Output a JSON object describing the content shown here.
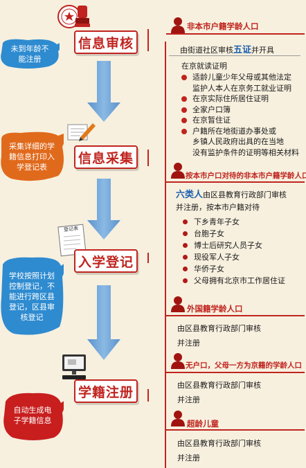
{
  "steps": [
    {
      "label": "信息审核"
    },
    {
      "label": "信息采集"
    },
    {
      "label": "入学登记"
    },
    {
      "label": "学籍注册"
    }
  ],
  "bubbles": [
    {
      "text": "未到年龄不能注册",
      "color": "#2e8bd0"
    },
    {
      "text": "采集详细的学籍信息打印入学登记表",
      "color": "#e06a1c"
    },
    {
      "text": "学校按照计划控制登记，不能进行跨区县登记，区县审核登记",
      "color": "#2e8bd0"
    },
    {
      "text": "自动生成电子学籍信息",
      "color": "#c81e1e"
    }
  ],
  "section1": {
    "title": "非本市户籍学龄人口",
    "line1_pre": "由街道社区审核",
    "line1_highlight": "五证",
    "line1_post": "并开具",
    "line2": "在京就读证明",
    "items": [
      "适龄儿童少年父母或其他法定",
      "监护人本人在京务工就业证明",
      "在京实际住所居住证明",
      "全家户口簿",
      "在京暂住证",
      "户籍所在地街道办事处或",
      "乡镇人民政府出具的在当地",
      "没有监护条件的证明等相关材料"
    ]
  },
  "section2": {
    "title": "按本市户口对待的非本市户籍学龄人口",
    "line1_highlight": "六类人",
    "line1_post": "由区县教育行政部门审核",
    "line2": "并注册，按本市户籍对待",
    "items": [
      "下乡青年子女",
      "台胞子女",
      "博士后研究人员子女",
      "现役军人子女",
      "华侨子女",
      "父母拥有北京市工作居住证"
    ]
  },
  "section3": {
    "title": "外国籍学龄人口",
    "line1": "由区县教育行政部门审核",
    "line2": "并注册"
  },
  "section4": {
    "title": "无户口，父母一方为京籍的学龄人口",
    "line1": "由区县教育行政部门审核",
    "line2": "并注册"
  },
  "section5": {
    "title": "超龄儿童",
    "line1": "由区县教育行政部门审核",
    "line2": "并注册"
  },
  "colors": {
    "accent": "#c0241f",
    "arrow": "#6fa3d6",
    "background": "#f7f0df"
  },
  "icons": [
    "stamp-icon",
    "pen-paper-icon",
    "registration-form-icon",
    "computer-icon",
    "person-icon"
  ],
  "form_icon_text": "登记表"
}
